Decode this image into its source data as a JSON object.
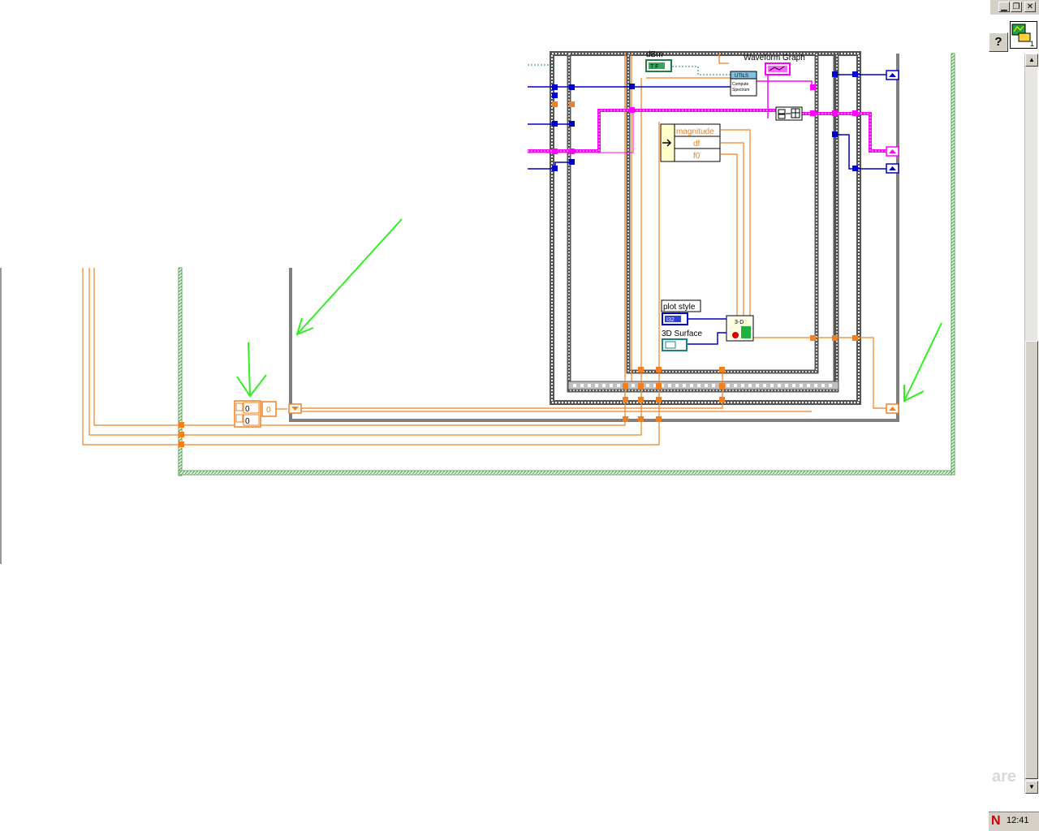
{
  "window": {
    "minimize_glyph": "▁",
    "restore_glyph": "❐",
    "close_glyph": "✕",
    "help_glyph": "?",
    "vi_icon_number": "1"
  },
  "diagram": {
    "waveform_graph_label": "Waveform Graph",
    "dbm_label": "dBm",
    "dbm_constant": "T F",
    "utils_vi_header": "UTILS",
    "utils_vi_line1": "Compute",
    "utils_vi_line2": "Spectrum",
    "unbundle_items": [
      "magnitude",
      "df",
      "f0"
    ],
    "plot_style_label": "plot style",
    "plot_style_type": "I32",
    "surface_3d_label": "3D Surface",
    "surface_vi_label": "3-D",
    "array_values": [
      "0",
      "0"
    ],
    "numeric_constant": "0"
  },
  "taskbar": {
    "clock": "12:41",
    "tray_logo_glyph": "N"
  },
  "watermark": "are",
  "colors": {
    "orange_wire": "#f08020",
    "blue_wire": "#0000cc",
    "pink_wire": "#ff00ff",
    "green_arrow": "#33ee22",
    "loop_gray": "#808080",
    "outer_green": "#55aa55"
  },
  "icons": [
    "minimize-icon",
    "restore-icon",
    "close-icon",
    "help-icon",
    "vi-icon",
    "scroll-up-icon",
    "scroll-down-icon",
    "tray-logo-icon"
  ]
}
